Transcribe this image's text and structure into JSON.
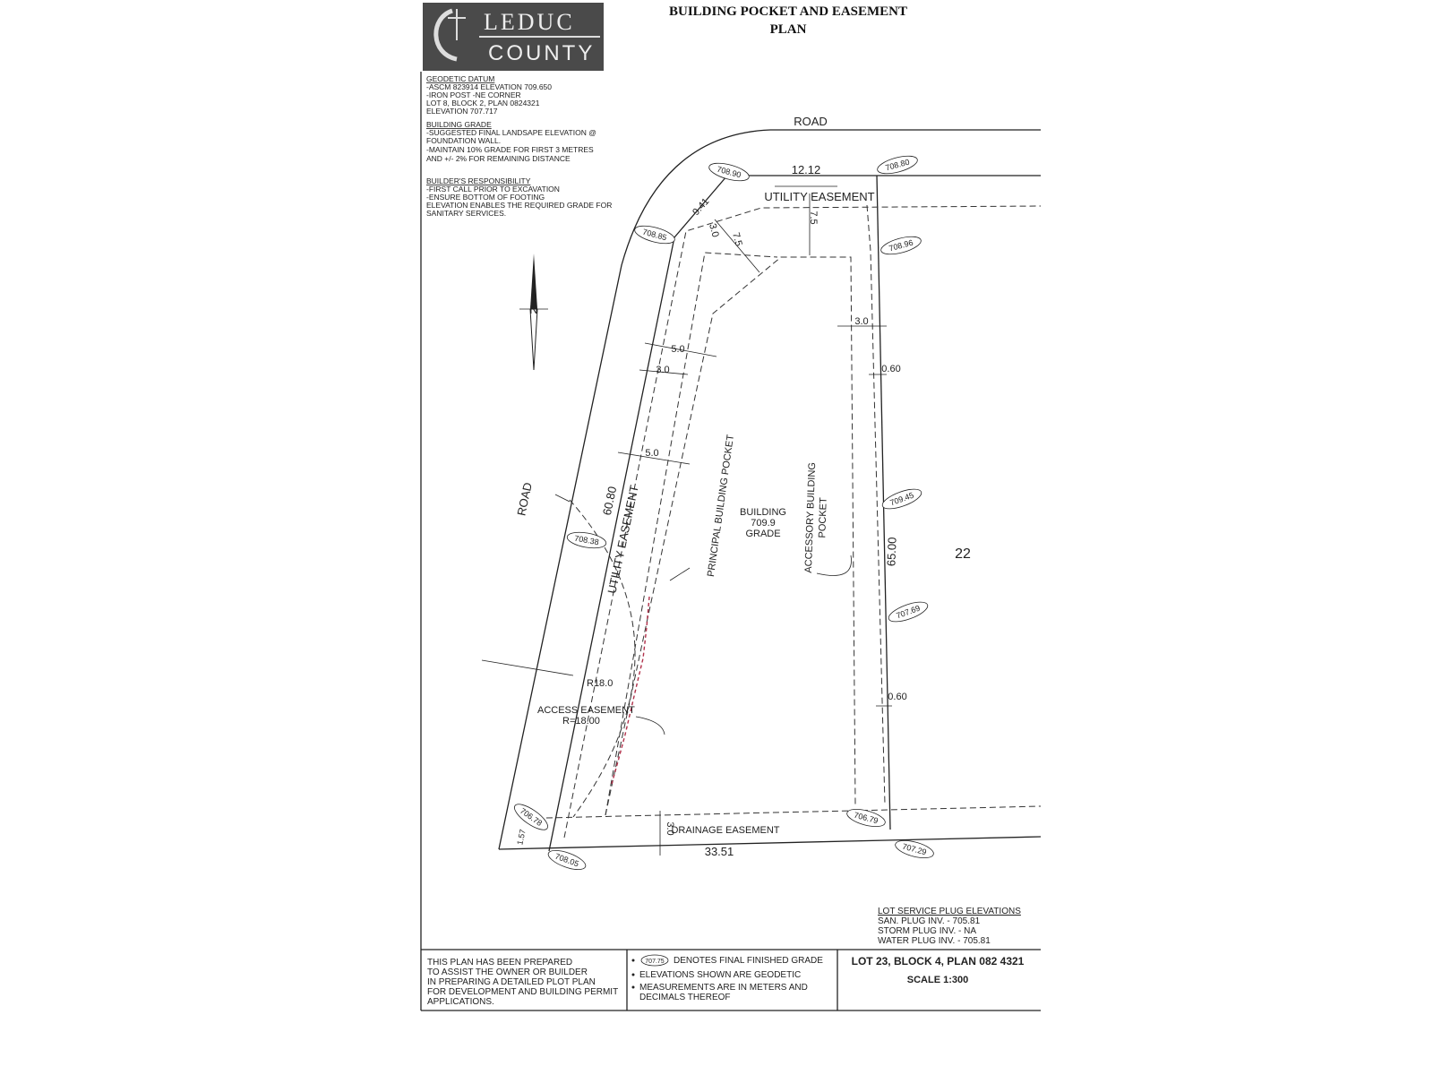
{
  "header": {
    "logo_line1": "LEDUC",
    "logo_line2": "COUNTY",
    "title_line1": "BUILDING POCKET AND EASEMENT",
    "title_line2": "PLAN"
  },
  "notes": {
    "geodetic_heading": "GEODETIC DATUM",
    "geodetic_lines": [
      "-ASCM 823914 ELEVATION 709.650",
      "-IRON POST -NE CORNER",
      "LOT 8, BLOCK 2, PLAN 0824321",
      "ELEVATION 707.717"
    ],
    "grade_heading": "BUILDING GRADE",
    "grade_lines": [
      "-SUGGESTED FINAL LANDSAPE ELEVATION @",
      "FOUNDATION WALL.",
      "-MAINTAIN 10% GRADE FOR FIRST 3 METRES",
      "AND +/- 2% FOR REMAINING DISTANCE"
    ],
    "builder_heading": "BUILDER'S RESPONSIBILITY",
    "builder_lines": [
      "-FIRST CALL PRIOR TO EXCAVATION",
      "-ENSURE BOTTOM OF FOOTING",
      "ELEVATION ENABLES THE REQUIRED GRADE FOR",
      "SANITARY SERVICES."
    ]
  },
  "north_label": "N",
  "labels": {
    "road_top": "ROAD",
    "road_left": "ROAD",
    "utility_top": "UTILITY EASEMENT",
    "utility_left": "UTILITY EASEMENT",
    "principal_pocket": "PRINCIPAL BUILDING POCKET",
    "accessory_pocket_1": "ACCESSORY BUILDING",
    "accessory_pocket_2": "POCKET",
    "building_1": "BUILDING",
    "building_2": "709.9",
    "building_3": "GRADE",
    "lot_neighbor": "22",
    "access_1": "ACCESS EASEMENT",
    "access_2": "R=18.00",
    "radius": "R18.0",
    "drainage": "DRAINAGE EASEMENT"
  },
  "dimensions": {
    "top_frontage": "12.12",
    "chamfer": "9.41",
    "left_frontage": "60.80",
    "east_side": "65.00",
    "south_side": "33.51",
    "sw_small": "1.57",
    "top_easement": "7.5",
    "chamfer_3": "3.0",
    "chamfer_75": "7.5",
    "west_5a": "5.0",
    "west_3": "3.0",
    "west_5b": "5.0",
    "east_3": "3.0",
    "east_060a": "0.60",
    "east_060b": "0.60",
    "drain_3": "3.0"
  },
  "elevations": {
    "nw_top": "708.90",
    "ne_top": "708.80",
    "nw_chamfer": "708.85",
    "east_1": "708.96",
    "east_2": "709.45",
    "east_3": "707.69",
    "west_mid": "708.38",
    "sw_inner": "706.78",
    "sw_corner": "708.05",
    "se_inner": "706.79",
    "se_corner": "707.29"
  },
  "plug_elevations": {
    "heading": "LOT SERVICE PLUG ELEVATIONS",
    "san": "SAN. PLUG INV.  -  705.81",
    "storm": "STORM PLUG INV.  -  NA",
    "water": "WATER PLUG INV.  -  705.81"
  },
  "footer": {
    "purpose_lines": [
      "THIS PLAN HAS BEEN PREPARED",
      "TO ASSIST THE OWNER OR BUILDER",
      "IN PREPARING A DETAILED PLOT PLAN",
      "FOR DEVELOPMENT AND BUILDING PERMIT",
      "APPLICATIONS."
    ],
    "legend_sample": "707.75",
    "legend_1": "DENOTES FINAL FINISHED GRADE",
    "legend_2": "ELEVATIONS SHOWN ARE GEODETIC",
    "legend_3a": "MEASUREMENTS ARE IN METERS AND",
    "legend_3b": "DECIMALS THEREOF",
    "lot": "LOT 23, BLOCK 4, PLAN 082 4321",
    "scale": "SCALE 1:300"
  }
}
